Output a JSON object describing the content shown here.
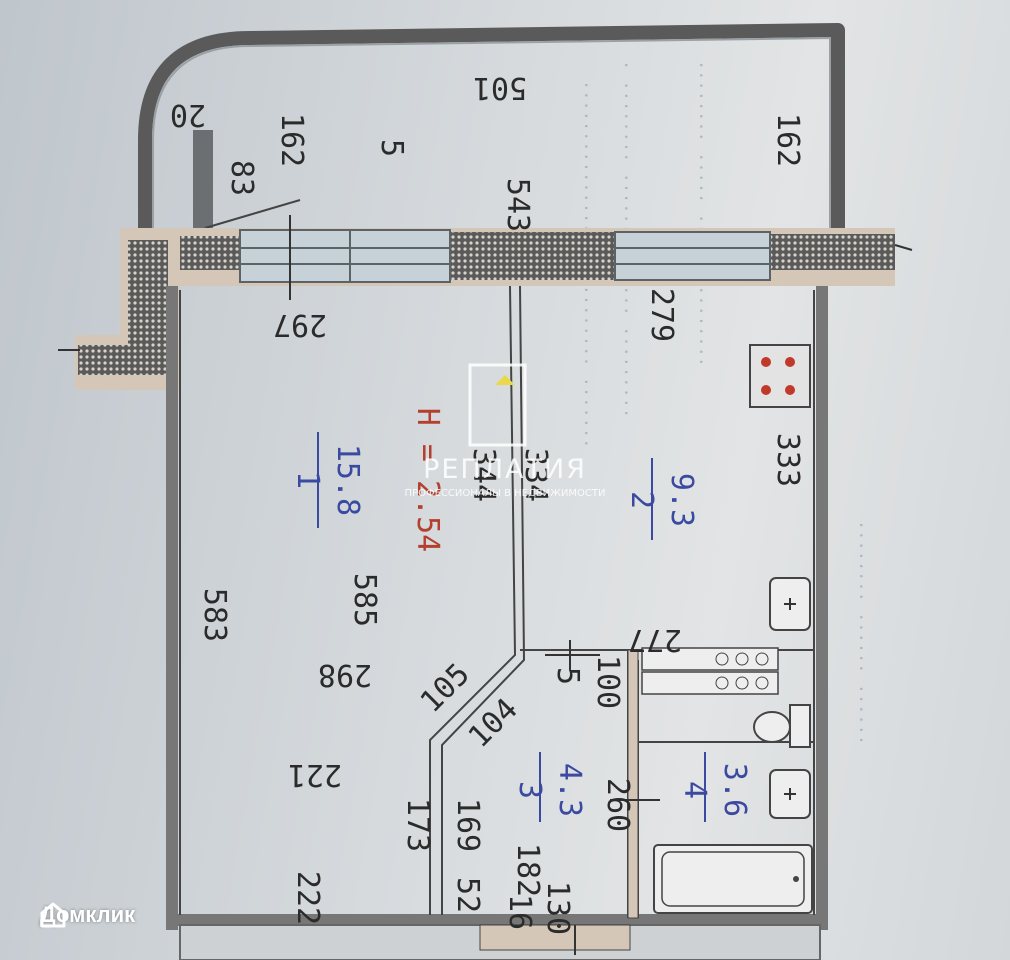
{
  "plan": {
    "ceiling_height": "H = 2.54",
    "rooms": [
      {
        "num": "1",
        "area": "15.8"
      },
      {
        "num": "2",
        "area": "9.3"
      },
      {
        "num": "3",
        "area": "4.3"
      },
      {
        "num": "4",
        "area": "3.6"
      },
      {
        "num": "5",
        "area": ""
      }
    ],
    "dims": {
      "balcony_top": "501",
      "balcony_left": "162",
      "balcony_right": "162",
      "balcony_side": "83",
      "balcony_corner": "20",
      "balcony_width": "543",
      "room1_top": "297",
      "room2_top": "279",
      "room1_outer": "583",
      "room1_inner": "585",
      "room1_mid": "298",
      "room1_low": "221",
      "partition_a": "344",
      "partition_b": "334",
      "kitchen_wall": "333",
      "kitchen_low": "277",
      "hall_diag_a": "105",
      "hall_diag_b": "104",
      "hall_small": "5",
      "hall_100": "100",
      "hall_260": "260",
      "wall_173": "173",
      "wall_169": "169",
      "wall_182": "182",
      "wall_222": "222",
      "wall_52": "52",
      "wall_16": "16",
      "wall_130": "130"
    }
  },
  "watermark": {
    "brand": "РЕПЛАТИЯ",
    "tagline": "ПРОФЕССИОНАЛЫ В НЕДВИЖИМОСТИ"
  },
  "domklik": {
    "label": "Домклик"
  }
}
